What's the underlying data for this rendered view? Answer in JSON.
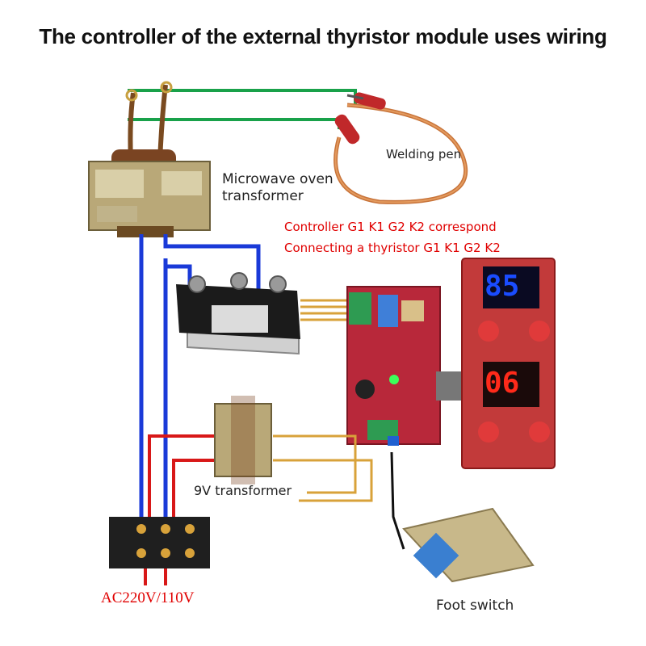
{
  "title": "The controller of the external thyristor module uses wiring",
  "labels": {
    "welding_pen": "Welding pen",
    "mw_transformer_line1": "Microwave oven",
    "mw_transformer_line2": "transformer",
    "controller_note_line1": "Controller G1 K1 G2 K2 correspond",
    "controller_note_line2": "Connecting a thyristor G1 K1 G2 K2",
    "transformer_9v": "9V transformer",
    "power_input": "AC220V/110V",
    "foot_switch": "Foot switch"
  },
  "displays": {
    "top_digits": "85",
    "bottom_digits": "06"
  },
  "colors": {
    "green_wire": "#19a14a",
    "blue_wire": "#1a3ad8",
    "red_wire": "#d81818",
    "yellow_wire": "#d8a23a",
    "copper": "#c8743a",
    "board_red": "#b8283a",
    "display_blue": "#1a4cff",
    "display_red": "#ff2a1a",
    "label_red": "#e00000"
  },
  "icons": {
    "controller_board": "pcb-icon",
    "display_panel": "display-panel-icon",
    "thyristor_module": "thyristor-module-icon",
    "terminal_block": "terminal-block-icon",
    "foot_pedal": "foot-pedal-icon"
  }
}
